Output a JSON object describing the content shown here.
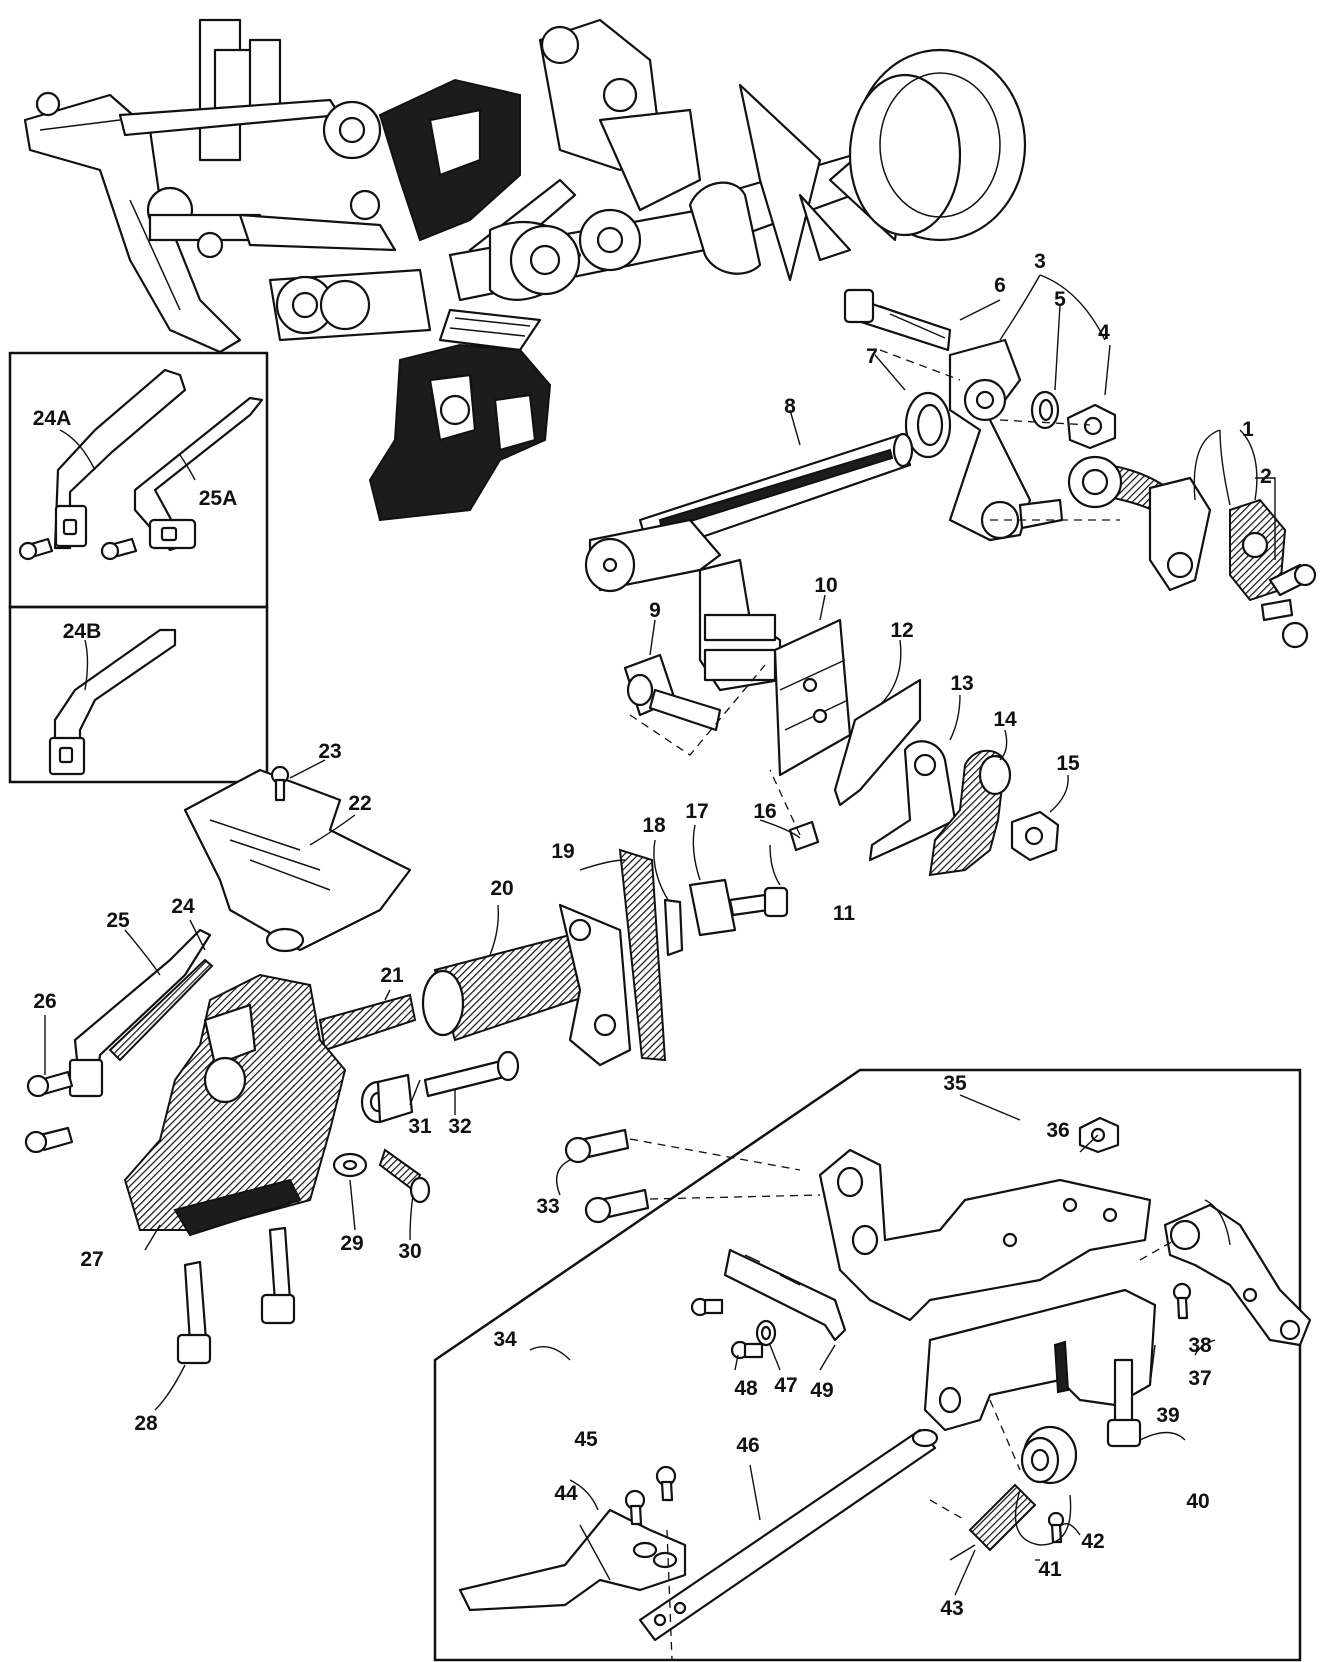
{
  "labels": {
    "p1": "1",
    "p2": "2",
    "p3": "3",
    "p4": "4",
    "p5": "5",
    "p6": "6",
    "p7": "7",
    "p8": "8",
    "p9": "9",
    "p10": "10",
    "p11": "11",
    "p12": "12",
    "p13": "13",
    "p14": "14",
    "p15": "15",
    "p16": "16",
    "p17": "17",
    "p18": "18",
    "p19": "19",
    "p20": "20",
    "p21": "21",
    "p22": "22",
    "p23": "23",
    "p24": "24",
    "p25": "25",
    "p26": "26",
    "p27": "27",
    "p28": "28",
    "p29": "29",
    "p30": "30",
    "p31": "31",
    "p32": "32",
    "p33": "33",
    "p34": "34",
    "p35": "35",
    "p36": "36",
    "p37": "37",
    "p38": "38",
    "p39": "39",
    "p40": "40",
    "p41": "41",
    "p42": "42",
    "p43": "43",
    "p44": "44",
    "p45": "45",
    "p46": "46",
    "p47": "47",
    "p48": "48",
    "p49": "49",
    "p24A": "24A",
    "p25A": "25A",
    "p24B": "24B"
  }
}
